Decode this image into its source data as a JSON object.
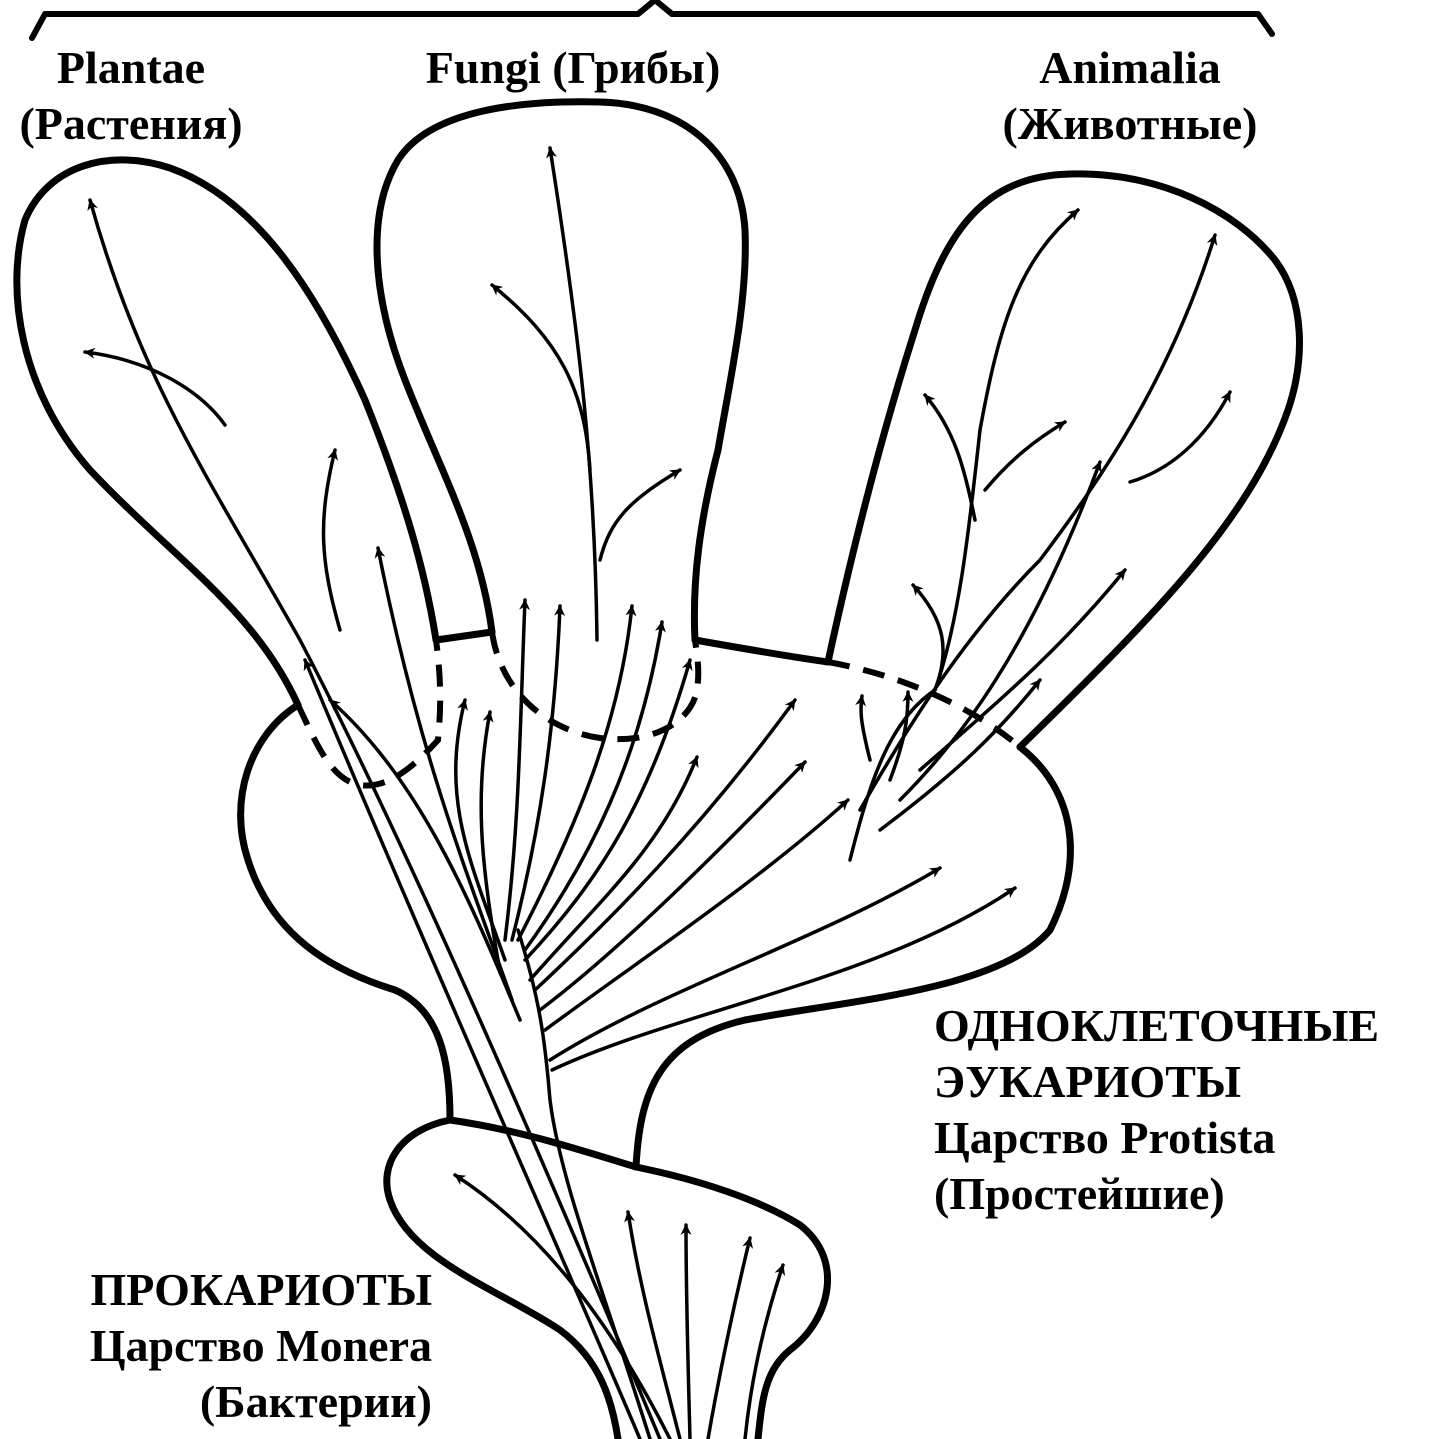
{
  "colors": {
    "ink": "#000000",
    "background": "#ffffff"
  },
  "groups": {
    "plantae": {
      "line1": "Plantae",
      "line2": "(Растения)"
    },
    "fungi": {
      "line1": "Fungi (Грибы)"
    },
    "animalia": {
      "line1": "Animalia",
      "line2": "(Животные)"
    },
    "protista": {
      "line1": "ОДНОКЛЕТОЧНЫЕ",
      "line2": "ЭУКАРИОТЫ",
      "line3": "Царство Protista",
      "line4": "(Простейшие)"
    },
    "monera": {
      "line1": "ПРОКАРИОТЫ",
      "line2": "Царство Monera",
      "line3": "(Бактерии)"
    }
  }
}
